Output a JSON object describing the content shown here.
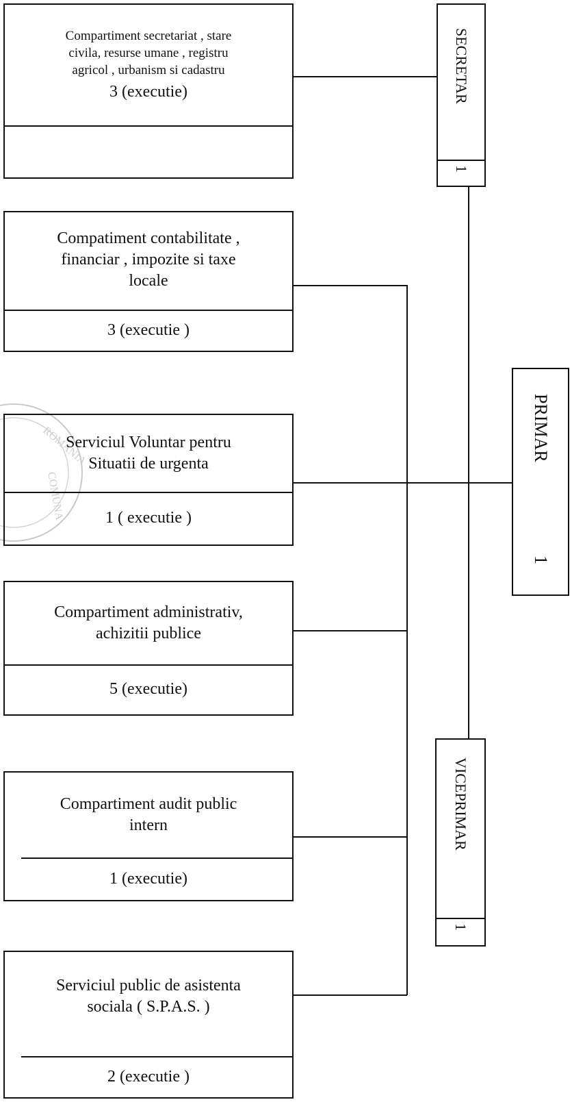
{
  "departments": [
    {
      "title_lines": [
        "Compartiment  secretariat , stare",
        "civila,  resurse umane , registru",
        "agricol ,  urbanism  si cadastru"
      ],
      "staff": "3 (executie)",
      "footer": ""
    },
    {
      "title_lines": [
        "Compatiment  contabilitate ,",
        "financiar , impozite  si taxe",
        "locale"
      ],
      "staff": "3 (executie )"
    },
    {
      "title_lines": [
        "Serviciul  Voluntar  pentru",
        "Situatii  de  urgenta"
      ],
      "staff": "1 ( executie )"
    },
    {
      "title_lines": [
        "Compartiment  administrativ,",
        "achizitii  publice"
      ],
      "staff": "5 (executie)"
    },
    {
      "title_lines": [
        "Compartiment  audit  public",
        "intern"
      ],
      "staff": "1 (executie)"
    },
    {
      "title_lines": [
        "Serviciul public  de  asistenta",
        "sociala ( S.P.A.S. )"
      ],
      "staff": "2 (executie )"
    }
  ],
  "secretar": {
    "label": "SECRETAR",
    "count": "1"
  },
  "primar": {
    "label": "PRIMAR",
    "count": "1"
  },
  "viceprimar": {
    "label": "VICEPRIMAR",
    "count": "1"
  },
  "stamp": {
    "text_lines": [
      "ROMANIA",
      "COMUNA"
    ]
  }
}
